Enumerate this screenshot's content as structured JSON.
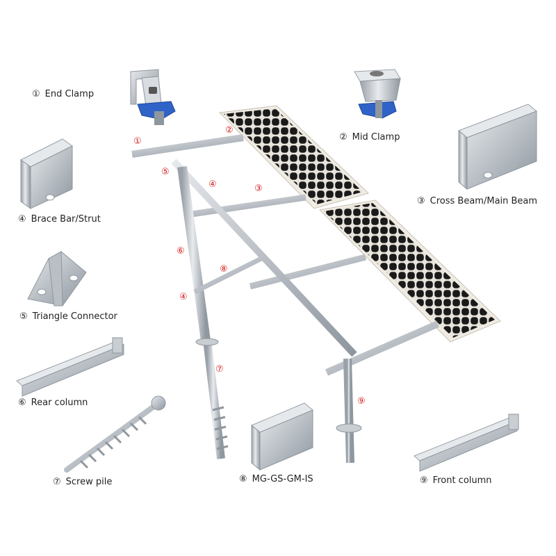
{
  "labels": [
    {
      "num": "①",
      "text": "End Clamp"
    },
    {
      "num": "②",
      "text": "Mid Clamp"
    },
    {
      "num": "③",
      "text": "Cross Beam/Main Beam"
    },
    {
      "num": "④",
      "text": "Brace Bar/Strut"
    },
    {
      "num": "⑤",
      "text": "Triangle Connector"
    },
    {
      "num": "⑥",
      "text": "Rear column"
    },
    {
      "num": "⑦",
      "text": "Screw pile"
    },
    {
      "num": "⑧",
      "text": "MG-GS-GM-IS"
    },
    {
      "num": "⑨",
      "text": "Front column"
    }
  ],
  "callouts": [
    "①",
    "②",
    "⑤",
    "④",
    "③",
    "⑥",
    "⑧",
    "④",
    "⑦",
    "⑨"
  ],
  "colors": {
    "metal": "#c9ced3",
    "metal_dark": "#8e969e",
    "panel": "#1c1c1c",
    "panel_frame": "#f0ece4",
    "clamp_blue": "#2f63c8",
    "callout": "#d42020"
  }
}
